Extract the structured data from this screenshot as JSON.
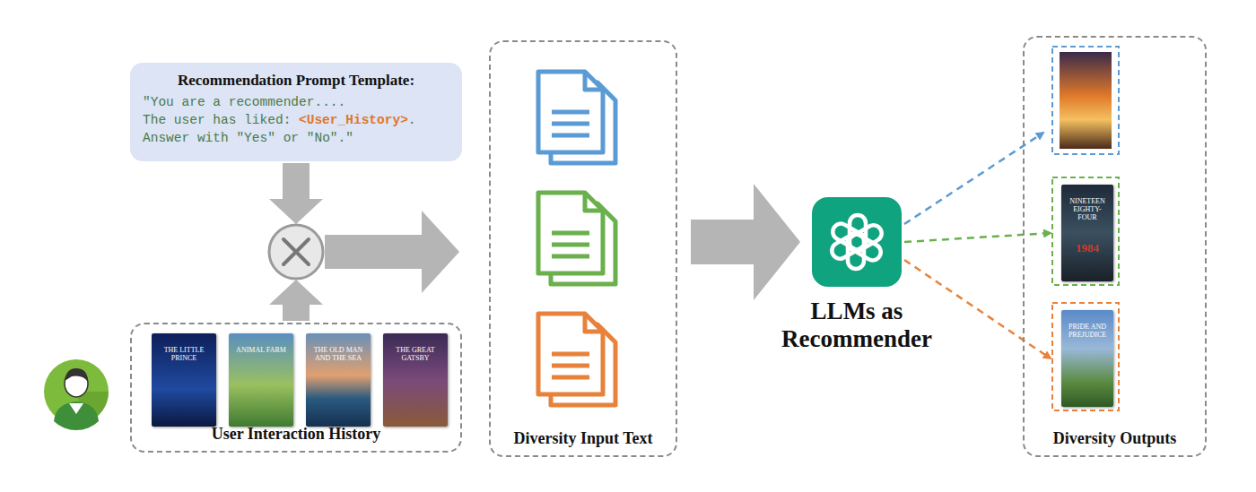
{
  "diagram": {
    "nodes": [
      {
        "text": [
          "Recommendation Prompt Template:",
          "\"You are a recommender....",
          "The user has liked:",
          "<User_History>",
          ".",
          "Answer with \"Yes\" or \"No\".\""
        ]
      },
      {
        "text": [
          "User Interaction History"
        ]
      },
      {
        "text": [
          "THE LITTLE PRINCE"
        ],
        "in": 1
      },
      {
        "text": [
          "ANIMAL FARM"
        ],
        "in": 1
      },
      {
        "text": [
          "THE OLD MAN AND THE SEA"
        ],
        "in": 1
      },
      {
        "text": [
          "THE GREAT GATSBY"
        ],
        "in": 1
      },
      {
        "text": [
          "Diversity Input Text"
        ]
      },
      {
        "text": [
          "LLMs as Recommender"
        ]
      },
      {
        "text": [
          "Diversity Outputs"
        ]
      },
      {
        "text": [
          "NINETEEN EIGHTY-FOUR",
          "1984"
        ],
        "in": 8
      },
      {
        "text": [
          "PRIDE AND PREJUDICE"
        ],
        "in": 8
      }
    ],
    "edges": [
      {
        "from": 7,
        "to": 9,
        "arrow": "to"
      },
      {
        "from": 7,
        "to": 10,
        "arrow": "to"
      }
    ]
  }
}
